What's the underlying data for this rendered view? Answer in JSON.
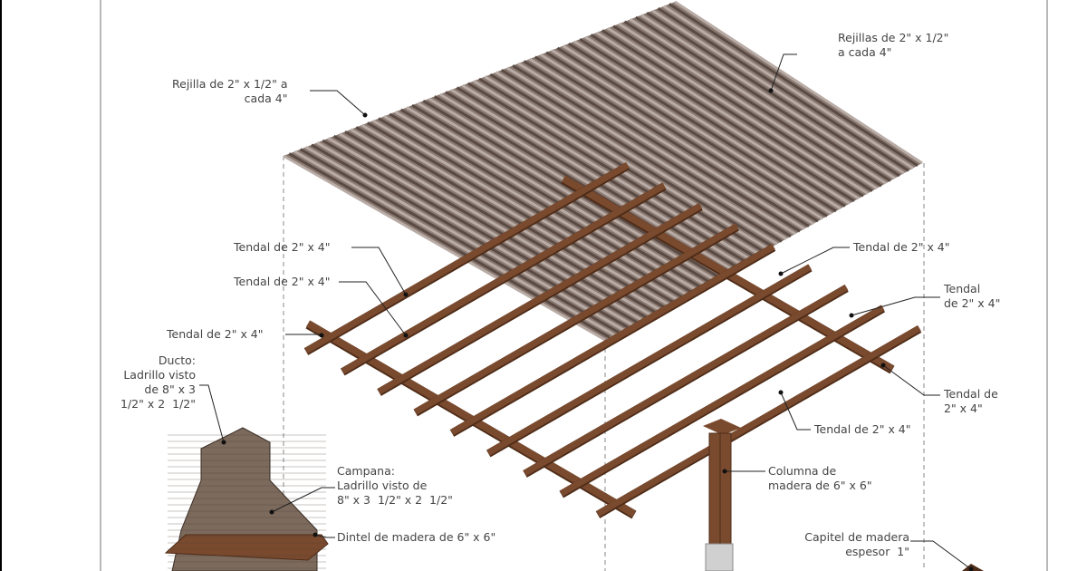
{
  "colors": {
    "wood": "#7a4a2e",
    "wood_dark": "#4e2c18",
    "brick": "#7c6a5c",
    "slat": "#6b5a52",
    "leader": "#222222",
    "text": "#444444"
  },
  "labels": {
    "rejilla_left": "Rejilla de 2\" x 1/2\" a\ncada 4\"",
    "rejillas_right": "Rejillas de 2\" x 1/2\"\na cada 4\"",
    "tendal_1": "Tendal de 2\" x 4\"",
    "tendal_2": "Tendal de 2\" x 4\"",
    "tendal_3": "Tendal de 2\" x 4\"",
    "tendal_right_1": "Tendal de 2\" x 4\"",
    "tendal_right_2": "Tendal\nde 2\" x 4\"",
    "tendal_right_3": "Tendal de\n2\" x 4\"",
    "tendal_right_4": "Tendal de 2\" x 4\"",
    "ducto": "Ducto:\nLadrillo visto\nde 8\" x 3\n1/2\" x 2  1/2\"",
    "campana": "Campana:\nLadrillo visto de\n8\" x 3  1/2\" x 2  1/2\"",
    "dintel": "Dintel de madera de 6\" x 6\"",
    "columna": "Columna de\nmadera de 6\" x 6\"",
    "capitel": "Capitel de madera\nespesor  1\""
  }
}
